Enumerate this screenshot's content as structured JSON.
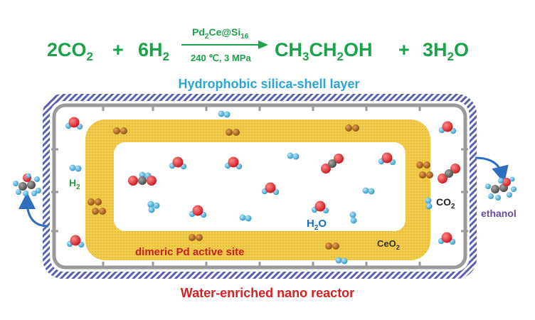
{
  "equation": {
    "reactant1": "2CO",
    "reactant1_sub": "2",
    "plus1": "+",
    "reactant2": "6H",
    "reactant2_sub": "2",
    "catalyst_main": "Pd",
    "catalyst_sub1": "2",
    "catalyst_mid": "Ce@Si",
    "catalyst_sub2": "16",
    "conditions": "240 ℃, 3 MPa",
    "product1_a": "CH",
    "product1_sub1": "3",
    "product1_b": "CH",
    "product1_sub2": "2",
    "product1_c": "OH",
    "plus2": "+",
    "product2_a": "3H",
    "product2_sub": "2",
    "product2_b": "O"
  },
  "labels": {
    "shell": "Hydrophobic silica-shell layer",
    "h2": "H",
    "h2_sub": "2",
    "co2": "CO",
    "co2_sub": "2",
    "ethanol": "ethanol",
    "h2o_a": "H",
    "h2o_sub": "2",
    "h2o_b": "O",
    "pd_site": "dimeric Pd active site",
    "ceo2": "CeO",
    "ceo2_sub": "2",
    "reactor": "Water-enriched nano reactor"
  },
  "colors": {
    "equation_green": "#1aa34a",
    "shell_blue": "#2aa5d8",
    "reactor_red": "#d92020",
    "h2_green": "#2a9a3a",
    "ethanol_purple": "#6a4ba0",
    "h2o_blue": "#1a6fc0",
    "pd_label_red": "#c81e1e",
    "ceo2_text": "#333333",
    "ceria_yellow": "#f1cc4a",
    "shell_stripe": "#5a5fb0",
    "frame_gray": "#9a9a9a",
    "oxygen_red": "#e3242b",
    "hydrogen_blue": "#3fb2e3",
    "carbon_gray": "#666666",
    "pd_brown": "#b5651d",
    "arrow_blue": "#2f6fc0"
  }
}
